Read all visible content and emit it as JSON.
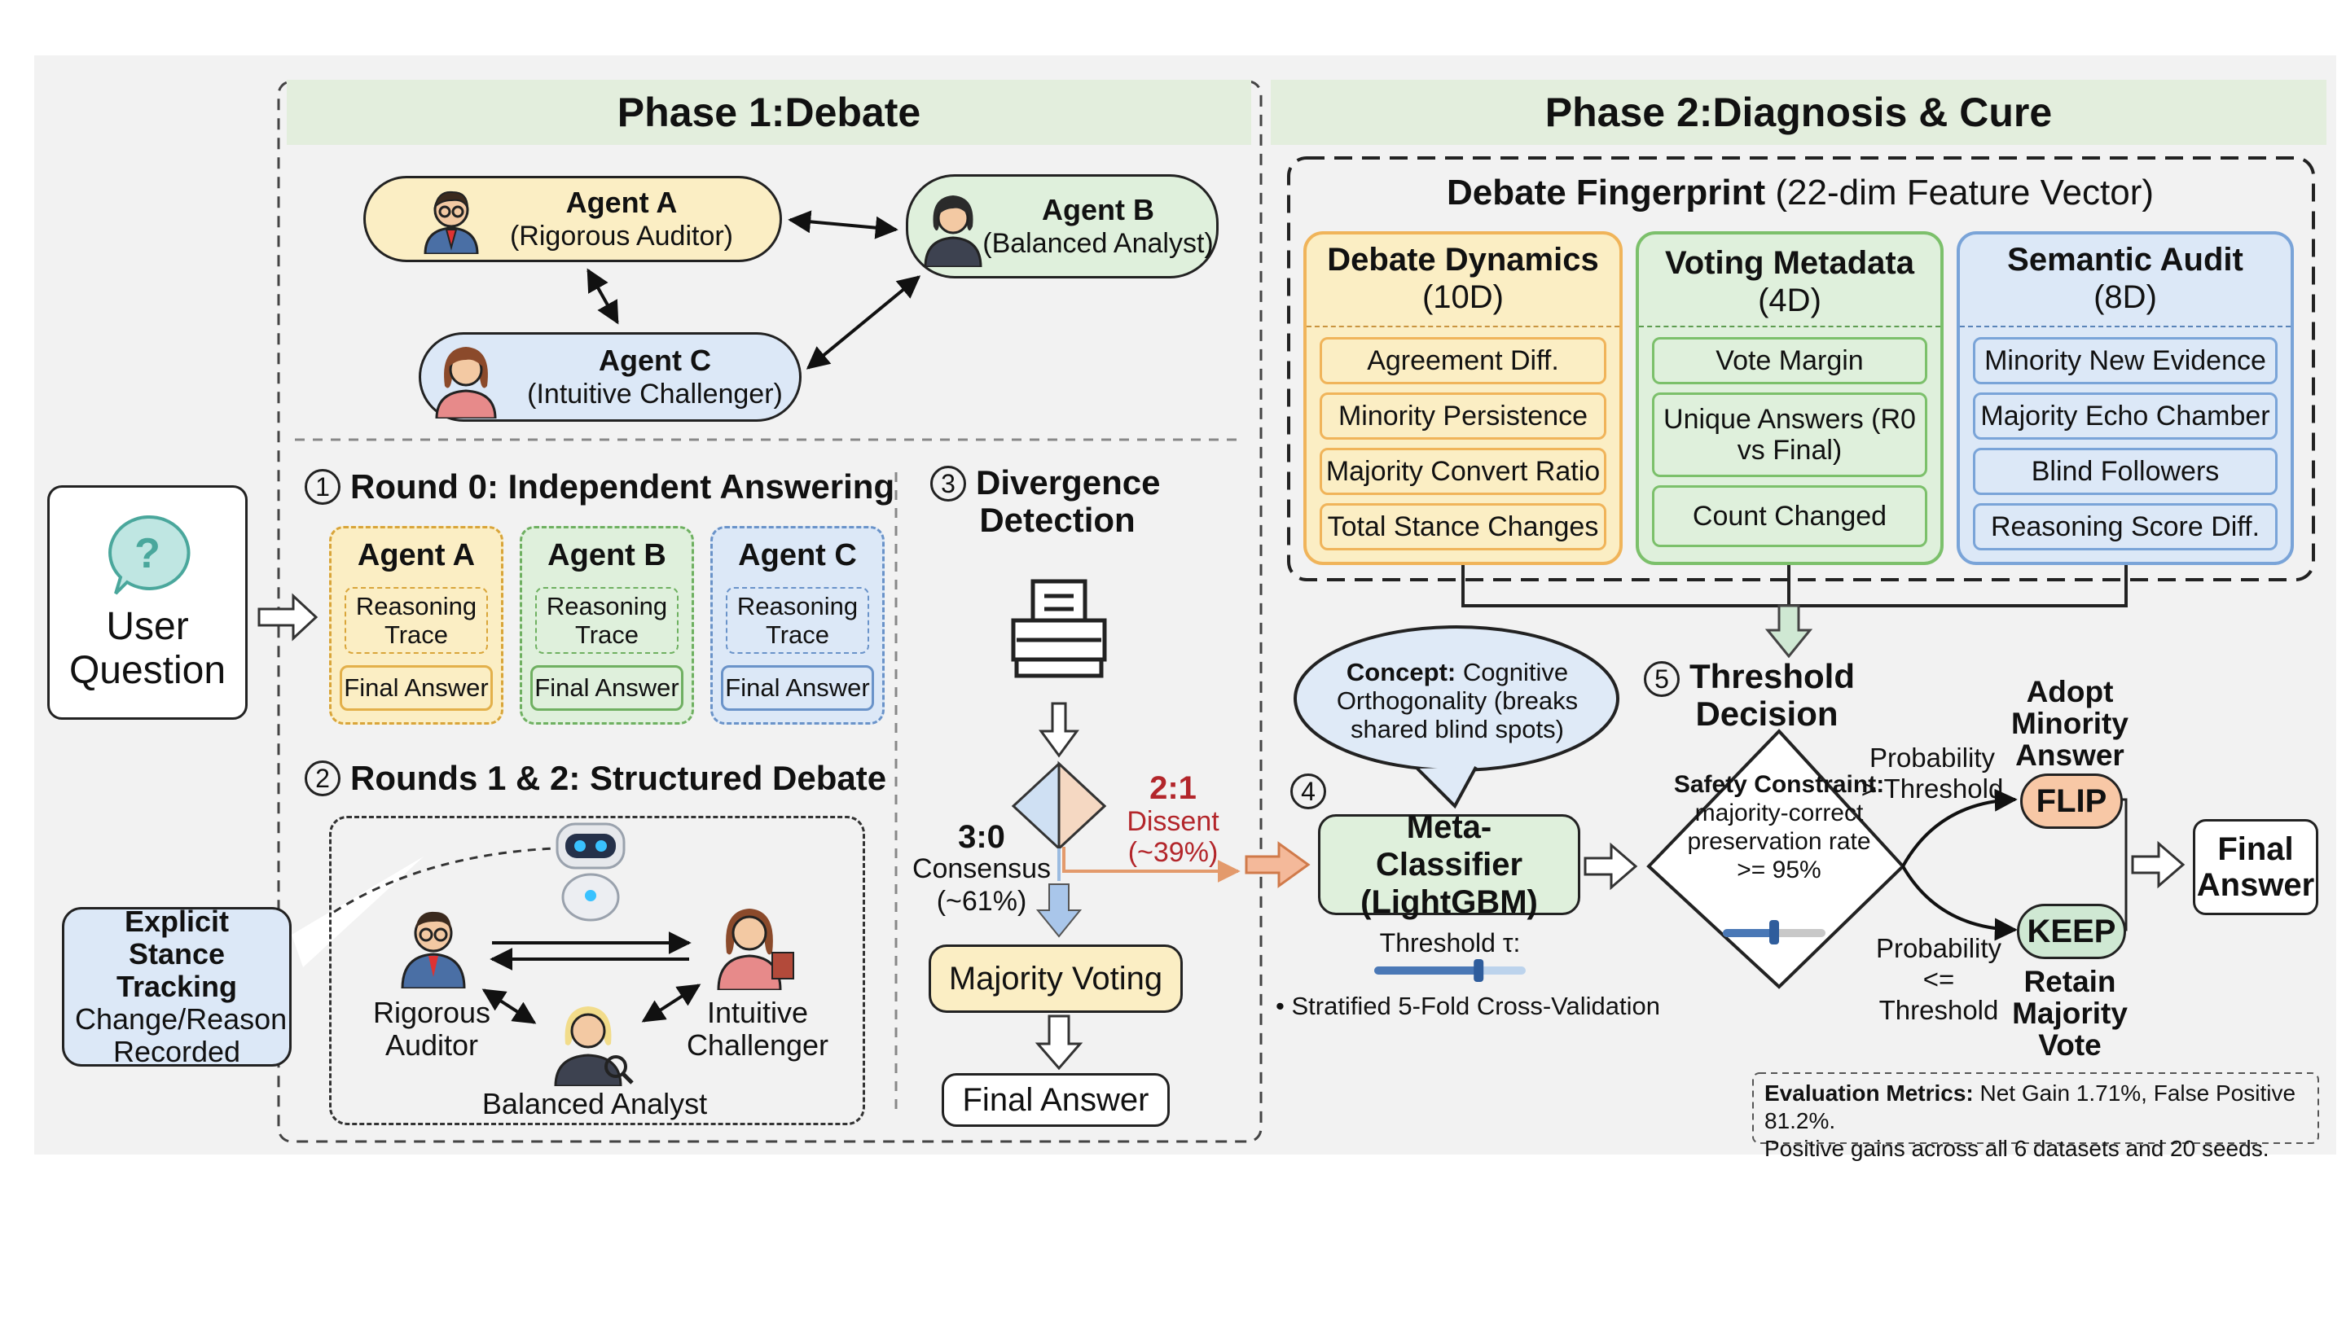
{
  "colors": {
    "header_bg": "#e3eedd",
    "agent_a": "#fbeec4",
    "agent_b": "#dff0dc",
    "agent_c": "#dce8f7",
    "orange_border": "#f0b45a",
    "green_border": "#7cc06b",
    "blue_border": "#7aa4d8",
    "dissent_red": "#b3262b"
  },
  "phase1": {
    "header": "Phase 1:Debate",
    "agents": [
      {
        "name": "Agent A",
        "role": "(Rigorous Auditor)"
      },
      {
        "name": "Agent B",
        "role": "(Balanced Analyst)"
      },
      {
        "name": "Agent C",
        "role": "(Intuitive Challenger)"
      }
    ],
    "round0": {
      "num": "1",
      "title": "Round 0: Independent Answering",
      "boxes": [
        {
          "agent": "Agent A",
          "trace": "Reasoning Trace",
          "answer": "Final Answer"
        },
        {
          "agent": "Agent B",
          "trace": "Reasoning Trace",
          "answer": "Final Answer"
        },
        {
          "agent": "Agent C",
          "trace": "Reasoning Trace",
          "answer": "Final Answer"
        }
      ]
    },
    "rounds12": {
      "num": "2",
      "title": "Rounds 1 & 2: Structured Debate",
      "rigorous": "Rigorous Auditor",
      "intuitive": "Intuitive Challenger",
      "balanced": "Balanced Analyst"
    },
    "divergence": {
      "num": "3",
      "title": "Divergence Detection",
      "consensus_ratio": "3:0",
      "consensus_label": "Consensus",
      "consensus_pct": "(~61%)",
      "dissent_ratio": "2:1",
      "dissent_label": "Dissent",
      "dissent_pct": "(~39%)",
      "majority_voting": "Majority Voting",
      "final_answer": "Final Answer"
    }
  },
  "user_question": "User Question",
  "stance_tracking": {
    "title": "Explicit Stance Tracking",
    "desc": "Change/Reason Recorded"
  },
  "phase2": {
    "header": "Phase 2:Diagnosis & Cure",
    "fingerprint_title": "Debate Fingerprint",
    "fingerprint_sub": "(22-dim Feature Vector)",
    "groups": [
      {
        "title": "Debate Dynamics",
        "dim": "(10D)",
        "features": [
          "Agreement Diff.",
          "Minority Persistence",
          "Majority Convert Ratio",
          "Total Stance Changes"
        ]
      },
      {
        "title": "Voting Metadata",
        "dim": "(4D)",
        "features": [
          "Vote Margin",
          "Unique Answers (R0 vs Final)",
          "Count Changed"
        ]
      },
      {
        "title": "Semantic Audit",
        "dim": "(8D)",
        "features": [
          "Minority New Evidence",
          "Majority Echo Chamber",
          "Blind Followers",
          "Reasoning Score Diff."
        ]
      }
    ],
    "concept_label": "Concept:",
    "concept_text": "Cognitive Orthogonality (breaks shared blind spots)",
    "meta_num": "4",
    "meta_classifier": "Meta-Classifier (LightGBM)",
    "threshold_label": "Threshold τ:",
    "threshold_value": 0.7,
    "cv_note": "• Stratified 5-Fold Cross-Validation",
    "threshold_num": "5",
    "threshold_title": "Threshold Decision",
    "safety_label": "Safety Constraint:",
    "safety_text": "majority-correct preservation rate >= 95%",
    "safety_value": 0.5,
    "prob_gt": "Probability > Threshold",
    "prob_le": "Probability <= Threshold",
    "adopt": "Adopt Minority Answer",
    "flip": "FLIP",
    "keep": "KEEP",
    "retain": "Retain Majority Vote",
    "final_answer": "Final Answer",
    "eval_label": "Evaluation Metrics:",
    "eval_text": "Net Gain 1.71%, False Positive 81.2%.",
    "eval_text2": "Positive gains across all 6 datasets and 20 seeds."
  }
}
